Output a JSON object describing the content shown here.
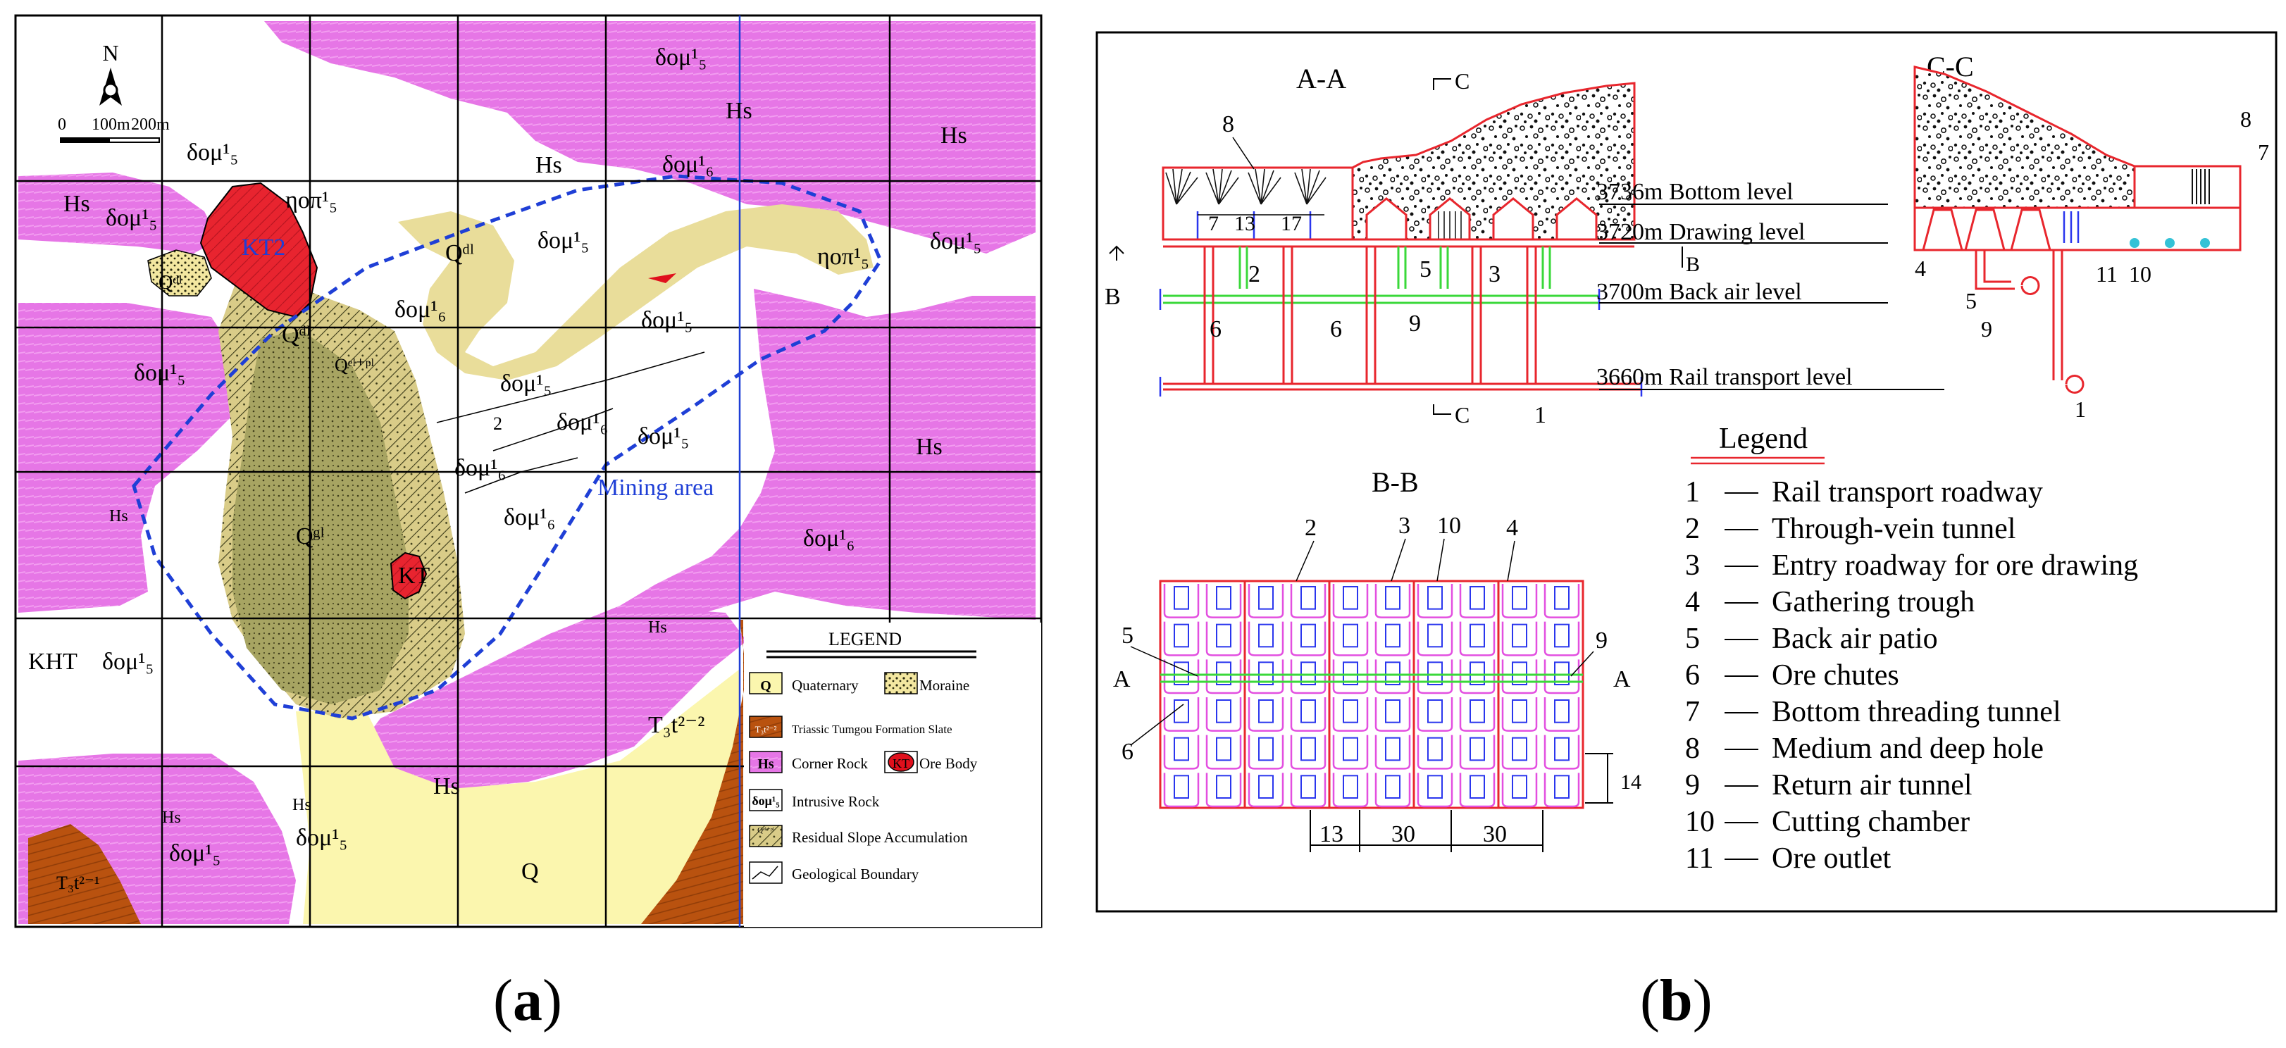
{
  "panel_a": {
    "caption_letter": "a",
    "north": {
      "letter": "N"
    },
    "scale": {
      "zero": "0",
      "mid": "100m",
      "end": "200m"
    },
    "mining_area_label": "Mining area",
    "rock_labels": {
      "do15": "δομ¹₅",
      "do16": "δομ¹₆",
      "hs": "Hs",
      "np": "ηοπ¹₅",
      "kht": "KHT",
      "kt": "KT",
      "kt2": "KT2",
      "qgl": "Qᵍˡ",
      "q": "Q",
      "qdl": "Qᵈˡ",
      "qelpl": "Qᵉˡ⁺ᵖˡ",
      "t3": "T₃t²⁻²",
      "t3b": "T₃t²⁻¹",
      "two": "2"
    },
    "legend": {
      "title": "LEGEND",
      "items": [
        {
          "symbol": "Q",
          "label": "Quaternary"
        },
        {
          "symbol": "",
          "label": "Moraine"
        },
        {
          "symbol": "T₃t²⁻²",
          "label": "Triassic Tumgou Formation Slate"
        },
        {
          "symbol": "Hs",
          "label": "Corner Rock"
        },
        {
          "symbol": "KT",
          "label": "Ore Body"
        },
        {
          "symbol": "δομ¹₅",
          "label": "Intrusive Rock"
        },
        {
          "symbol": "Qᵉˡ⁺ᵖˡ",
          "label": "Residual Slope Accumulation"
        },
        {
          "symbol": "",
          "label": "Geological Boundary"
        }
      ]
    },
    "colors": {
      "magenta": "#e676e6",
      "ore": "#e0101c",
      "quaternary": "#fbf6ae",
      "slate": "#b9520f",
      "moraine": "#a8a35e",
      "mining_boundary": "#1f3fd6",
      "grid": "#000000"
    }
  },
  "panel_b": {
    "caption_letter": "b",
    "section_aa": {
      "title": "A-A",
      "levels": [
        "3736m Bottom level",
        "3720m Drawing level",
        "3700m Back air level",
        "3660m Rail transport level"
      ],
      "section_marks": {
        "c": "C",
        "b": "B"
      },
      "dims": [
        "7",
        "13",
        "17"
      ],
      "numbers": [
        "8",
        "2",
        "5",
        "3",
        "6",
        "9",
        "6",
        "1"
      ]
    },
    "section_cc": {
      "title": "C-C",
      "numbers": [
        "8",
        "7",
        "4",
        "11",
        "10",
        "5",
        "9",
        "1"
      ]
    },
    "section_bb": {
      "title": "B-B",
      "top_numbers": [
        "2",
        "3",
        "10",
        "4"
      ],
      "side_numbers": [
        "5",
        "6",
        "9"
      ],
      "a_mark": "A",
      "dims": [
        "13",
        "30",
        "30",
        "14"
      ]
    },
    "legend": {
      "title": "Legend",
      "items": [
        {
          "num": "1",
          "label": "Rail transport roadway"
        },
        {
          "num": "2",
          "label": "Through-vein tunnel"
        },
        {
          "num": "3",
          "label": "Entry roadway for ore drawing"
        },
        {
          "num": "4",
          "label": "Gathering trough"
        },
        {
          "num": "5",
          "label": "Back air patio"
        },
        {
          "num": "6",
          "label": "Ore chutes"
        },
        {
          "num": "7",
          "label": "Bottom threading tunnel"
        },
        {
          "num": "8",
          "label": "Medium and deep hole"
        },
        {
          "num": "9",
          "label": "Return air tunnel"
        },
        {
          "num": "10",
          "label": "Cutting chamber"
        },
        {
          "num": "11",
          "label": "Ore outlet"
        }
      ]
    },
    "colors": {
      "red": "#e8262d",
      "green": "#3ad83a",
      "blue": "#2a36ee",
      "cyan": "#35c2d6",
      "magenta": "#e34fe0"
    }
  }
}
